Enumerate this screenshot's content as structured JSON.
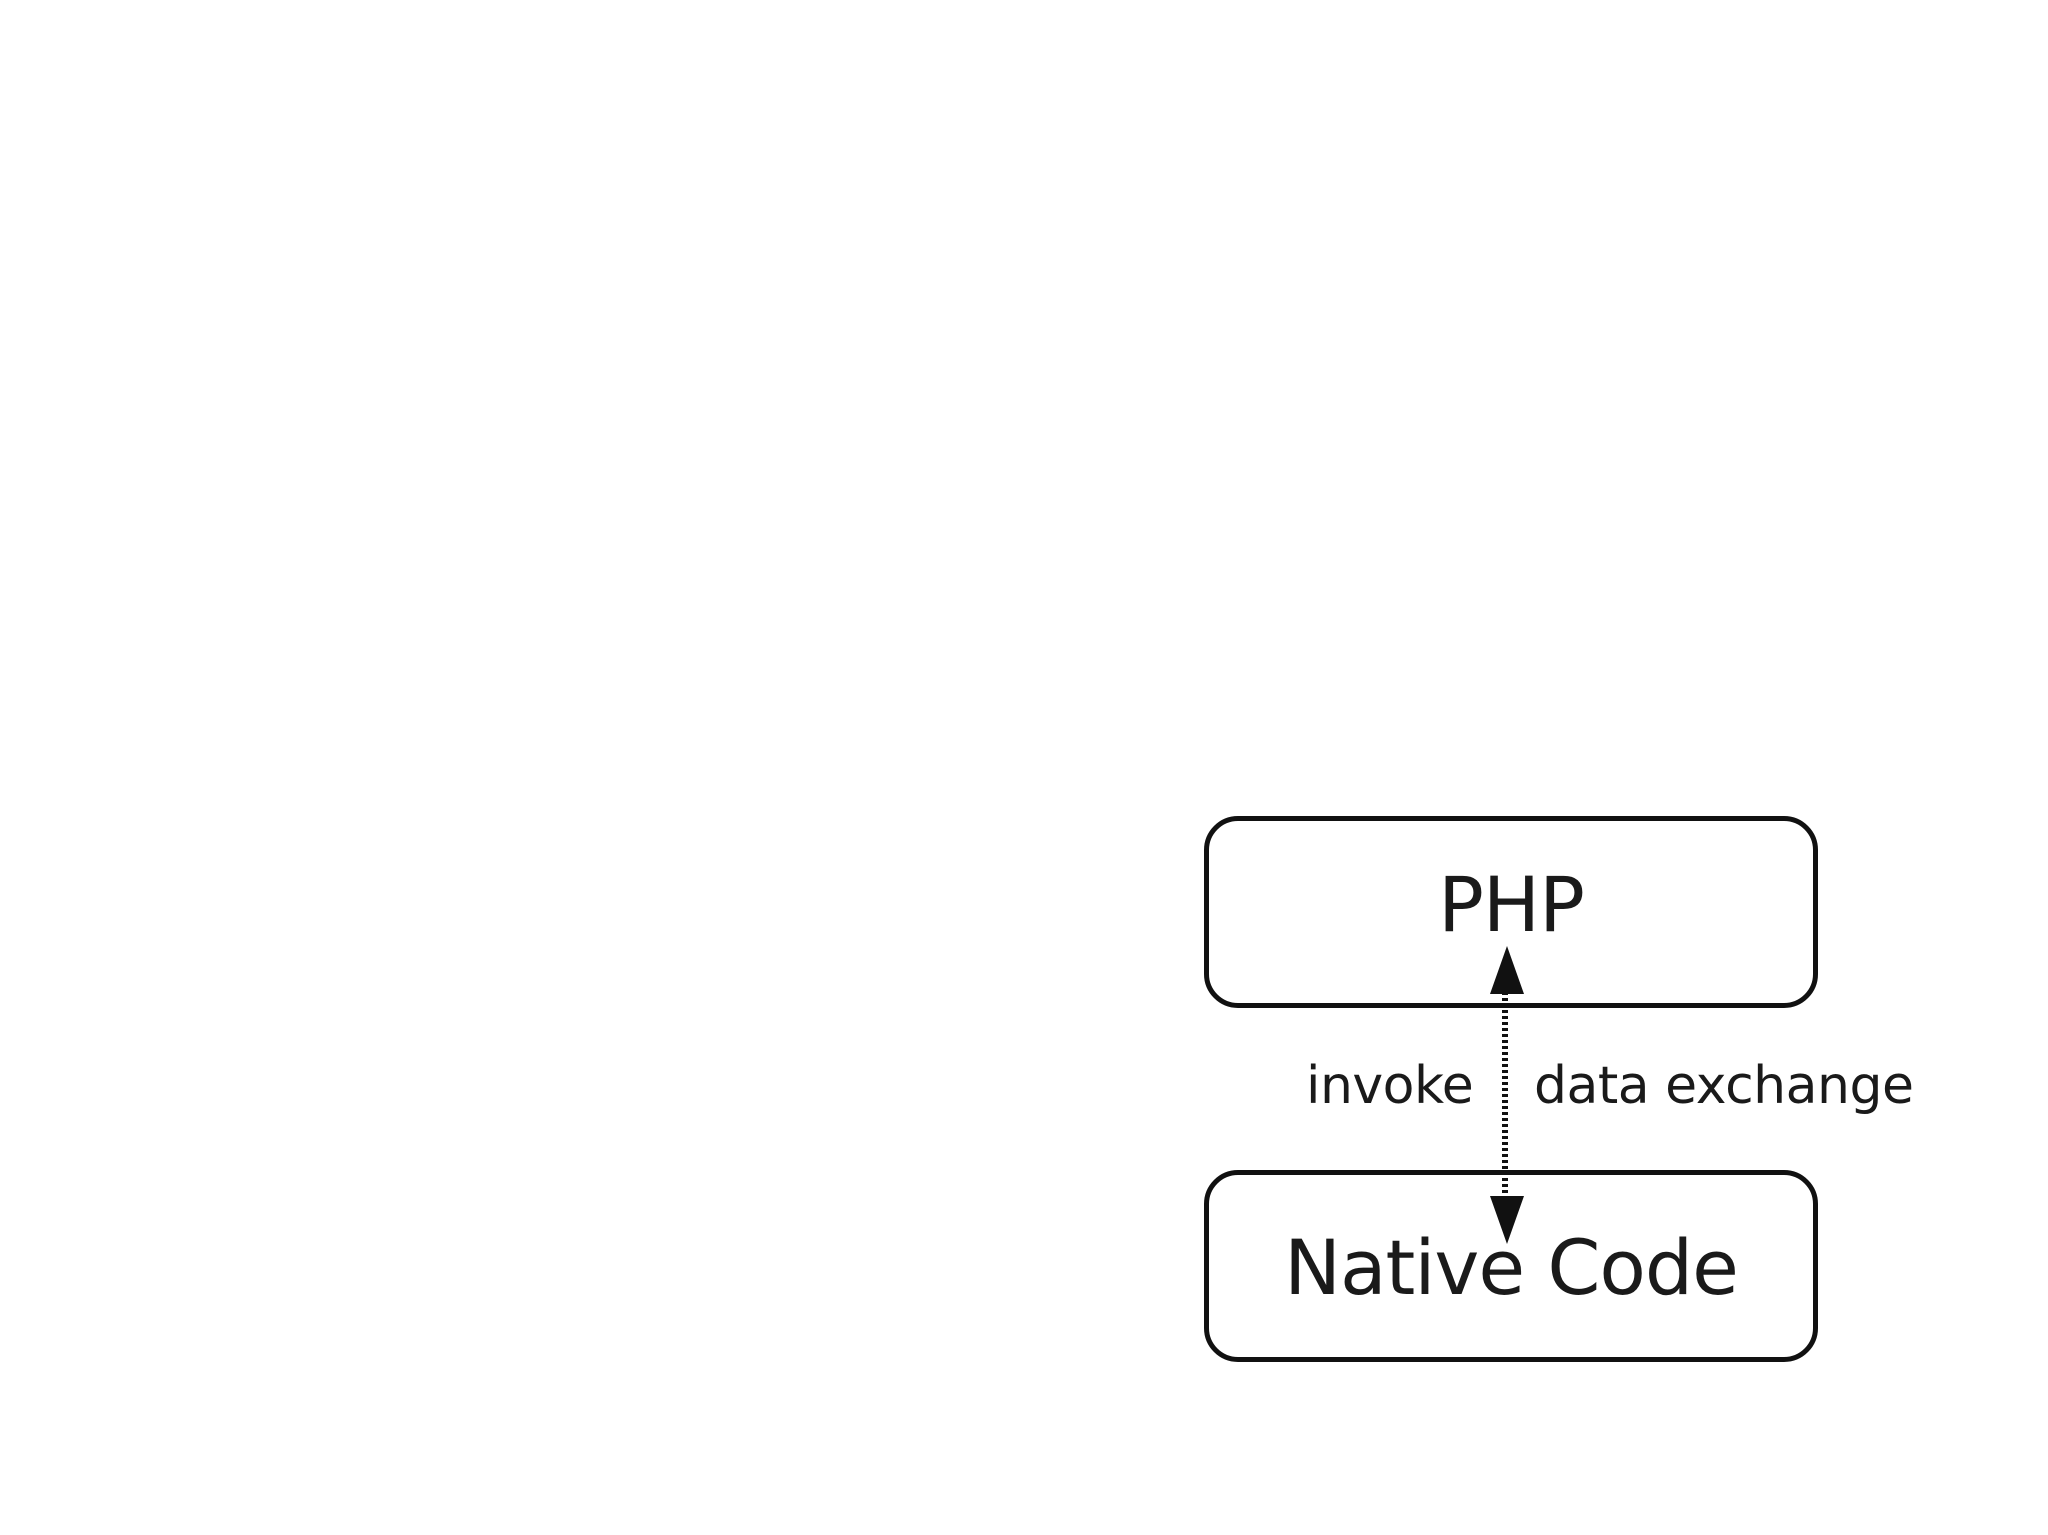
{
  "diagram": {
    "nodes": {
      "php": {
        "label": "PHP"
      },
      "native": {
        "label": "Native Code"
      }
    },
    "edges": {
      "connection": {
        "style": "dotted",
        "direction": "bidirectional",
        "labels": {
          "left": "invoke",
          "right": "data exchange"
        }
      }
    },
    "colors": {
      "stroke": "#111111",
      "text": "#1a1a1a",
      "background": "#ffffff"
    }
  }
}
